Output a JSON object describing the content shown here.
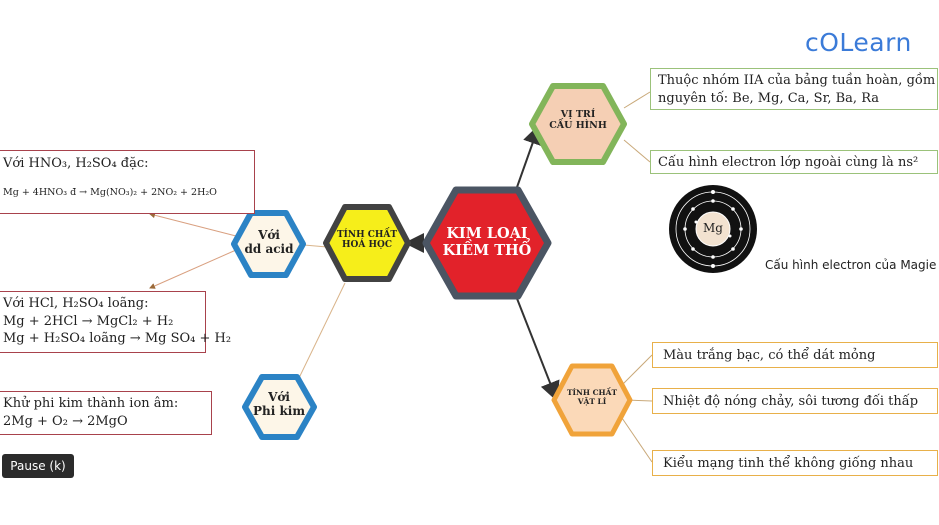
{
  "logo": {
    "text": "cOLearn"
  },
  "center": {
    "line1": "KIM LOẠI",
    "line2": "KIỀM THỔ"
  },
  "nodes": {
    "vitri": {
      "line1": "VỊ TRÍ",
      "line2": "CẤU HÌNH"
    },
    "hoahoc": {
      "line1": "TÍNH CHẤT",
      "line2": "HOÁ HỌC"
    },
    "vatli": {
      "line1": "TÍNH CHẤT",
      "line2": "VẬT LÍ"
    },
    "acid": {
      "line1": "Với",
      "line2": "dd acid"
    },
    "phikim": {
      "line1": "Với",
      "line2": "Phi kim"
    }
  },
  "vitri_boxes": {
    "box1_line1": "Thuộc nhóm IIA của bảng tuần hoàn, gồm các",
    "box1_line2": "nguyên tố: Be, Mg, Ca, Sr, Ba, Ra",
    "box2": "Cấu hình electron lớp ngoài cùng là ns²"
  },
  "atom": {
    "symbol": "Mg",
    "caption": "Cấu hình electron của Magie"
  },
  "vatli_boxes": [
    "Màu trắng bạc, có thể dát mỏng",
    "Nhiệt độ nóng chảy, sôi tương đối thấp",
    "Kiểu mạng tinh thể không giống nhau"
  ],
  "acid_boxes": {
    "hno3_title": "Với HNO₃, H₂SO₄ đặc:",
    "hno3_eq": "Mg + 4HNO₃ đ → Mg(NO₃)₂ + 2NO₂ + 2H₂O",
    "hcl_title": "Với HCl, H₂SO₄ loãng:",
    "hcl_eq1": "Mg + 2HCl → MgCl₂ + H₂",
    "hcl_eq2": "Mg + H₂SO₄ loãng → Mg SO₄ + H₂"
  },
  "phikim_box": {
    "line1": "Khử phi kim thành ion âm:",
    "line2": "2Mg + O₂ → 2MgO"
  },
  "player": {
    "pause_label": "Pause (k)"
  },
  "colors": {
    "center_fill": "#e2222a",
    "center_border": "#4b5563",
    "vitri_fill": "#f5cfb4",
    "vitri_border": "#82b55a",
    "hoahoc_fill": "#f6ee1a",
    "hoahoc_border": "#424242",
    "vatli_fill": "#fbd9b8",
    "vatli_border": "#f0a33a",
    "small_fill": "#fdf6e8",
    "small_border": "#2b83c5",
    "logo": "#3b7bd8"
  }
}
